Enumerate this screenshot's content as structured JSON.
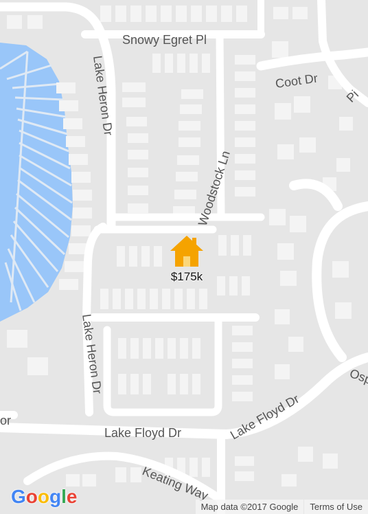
{
  "map": {
    "streets": {
      "snowy_egret": "Snowy Egret Pl",
      "coot": "Coot Dr",
      "pi": "Pi",
      "lake_heron_top": "Lake Heron Dr",
      "woodstock": "Woodstock Ln",
      "lake_heron_bottom": "Lake Heron Dr",
      "lake_floyd_main": "Lake Floyd Dr",
      "lake_floyd_diag": "Lake Floyd Dr",
      "osp": "Osp",
      "or": "or",
      "keating": "Keating Way"
    },
    "marker": {
      "price": "$175k",
      "icon": "house-icon",
      "color": "#f5a300"
    },
    "colors": {
      "water": "#99c6f9",
      "road": "#ffffff",
      "block": "#e8e8e8",
      "building": "#f2f2f2"
    }
  },
  "logo": {
    "g1": "G",
    "o1": "o",
    "o2": "o",
    "g2": "g",
    "l": "l",
    "e": "e"
  },
  "attribution": {
    "data": "Map data ©2017 Google",
    "terms": "Terms of Use"
  }
}
